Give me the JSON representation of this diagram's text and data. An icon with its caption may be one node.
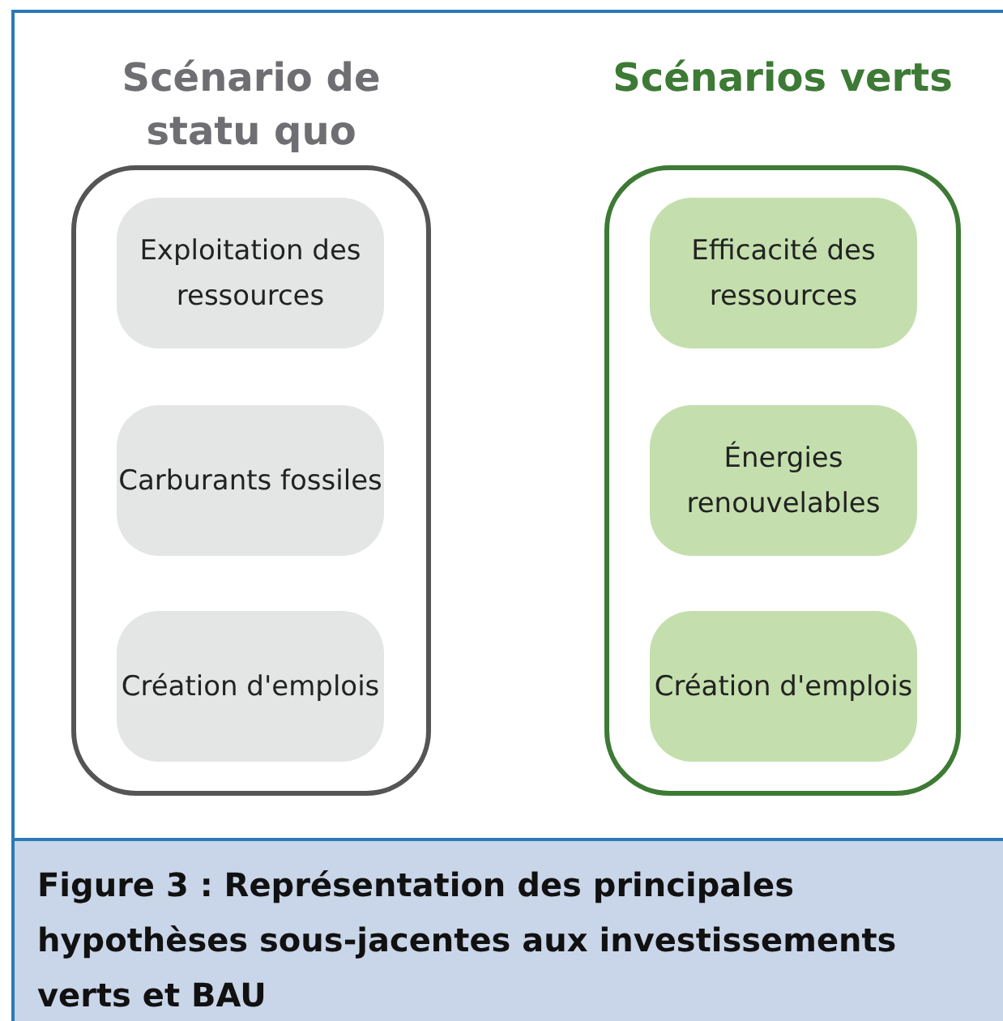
{
  "diagram": {
    "caption": "Figure 3 : Représentation des principales hypothèses sous-jacentes aux investissements verts et BAU",
    "nodes": [
      {
        "text": [
          "Scénario de statu quo"
        ]
      },
      {
        "text": [
          "Exploitation des ressources"
        ],
        "in": 0
      },
      {
        "text": [
          "Carburants fossiles"
        ],
        "in": 0
      },
      {
        "text": [
          "Création d'emplois"
        ],
        "in": 0
      },
      {
        "text": [
          "Scénarios verts"
        ]
      },
      {
        "text": [
          "Efficacité des ressources"
        ],
        "in": 4
      },
      {
        "text": [
          "Énergies renouvelables"
        ],
        "in": 4
      },
      {
        "text": [
          "Création d'emplois"
        ],
        "in": 4
      }
    ]
  }
}
